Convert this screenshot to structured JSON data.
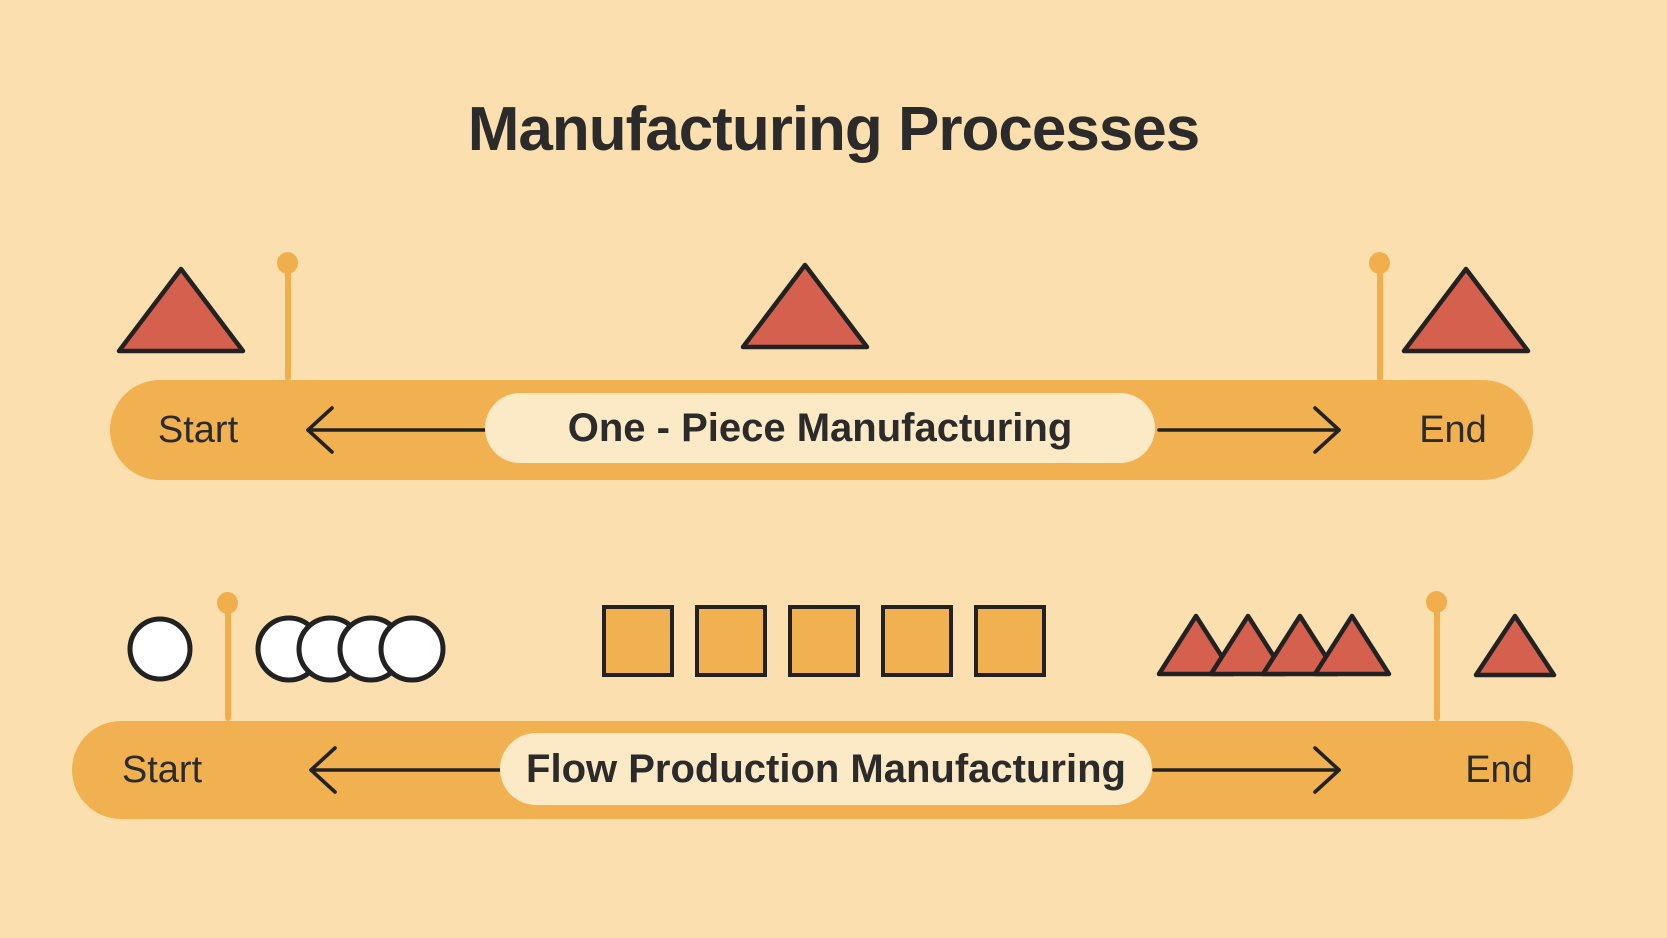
{
  "title": "Manufacturing Processes",
  "colors": {
    "background": "#FBDFAE",
    "bar_orange": "#F2B150",
    "pill_cream": "#FCE9C6",
    "shape_red": "#D5604E",
    "shape_white": "#FFFFFF",
    "shape_orange": "#F2B150",
    "pin_orange": "#F1AE4C",
    "outline_dark": "#222222",
    "text_dark": "#2B2B2B"
  },
  "rows": [
    {
      "label": "One - Piece Manufacturing",
      "start_label": "Start",
      "end_label": "End",
      "markers": [
        {
          "icon": "triangle-marker",
          "count": 1,
          "position": "before-start-pin"
        },
        {
          "icon": "pin-marker",
          "count": 1,
          "position": "start"
        },
        {
          "icon": "triangle-marker",
          "count": 1,
          "position": "middle"
        },
        {
          "icon": "pin-marker",
          "count": 1,
          "position": "end"
        },
        {
          "icon": "triangle-marker",
          "count": 1,
          "position": "after-end-pin"
        }
      ]
    },
    {
      "label": "Flow Production Manufacturing",
      "start_label": "Start",
      "end_label": "End",
      "markers": [
        {
          "icon": "circle-marker",
          "count": 1,
          "position": "before-start-pin"
        },
        {
          "icon": "pin-marker",
          "count": 1,
          "position": "start"
        },
        {
          "icon": "circle-marker",
          "count": 4,
          "position": "after-start-pin-overlapping"
        },
        {
          "icon": "square-marker",
          "count": 5,
          "position": "middle"
        },
        {
          "icon": "triangle-marker",
          "count": 4,
          "position": "before-end-pin-overlapping"
        },
        {
          "icon": "pin-marker",
          "count": 1,
          "position": "end"
        },
        {
          "icon": "triangle-marker",
          "count": 1,
          "position": "after-end-pin"
        }
      ]
    }
  ]
}
